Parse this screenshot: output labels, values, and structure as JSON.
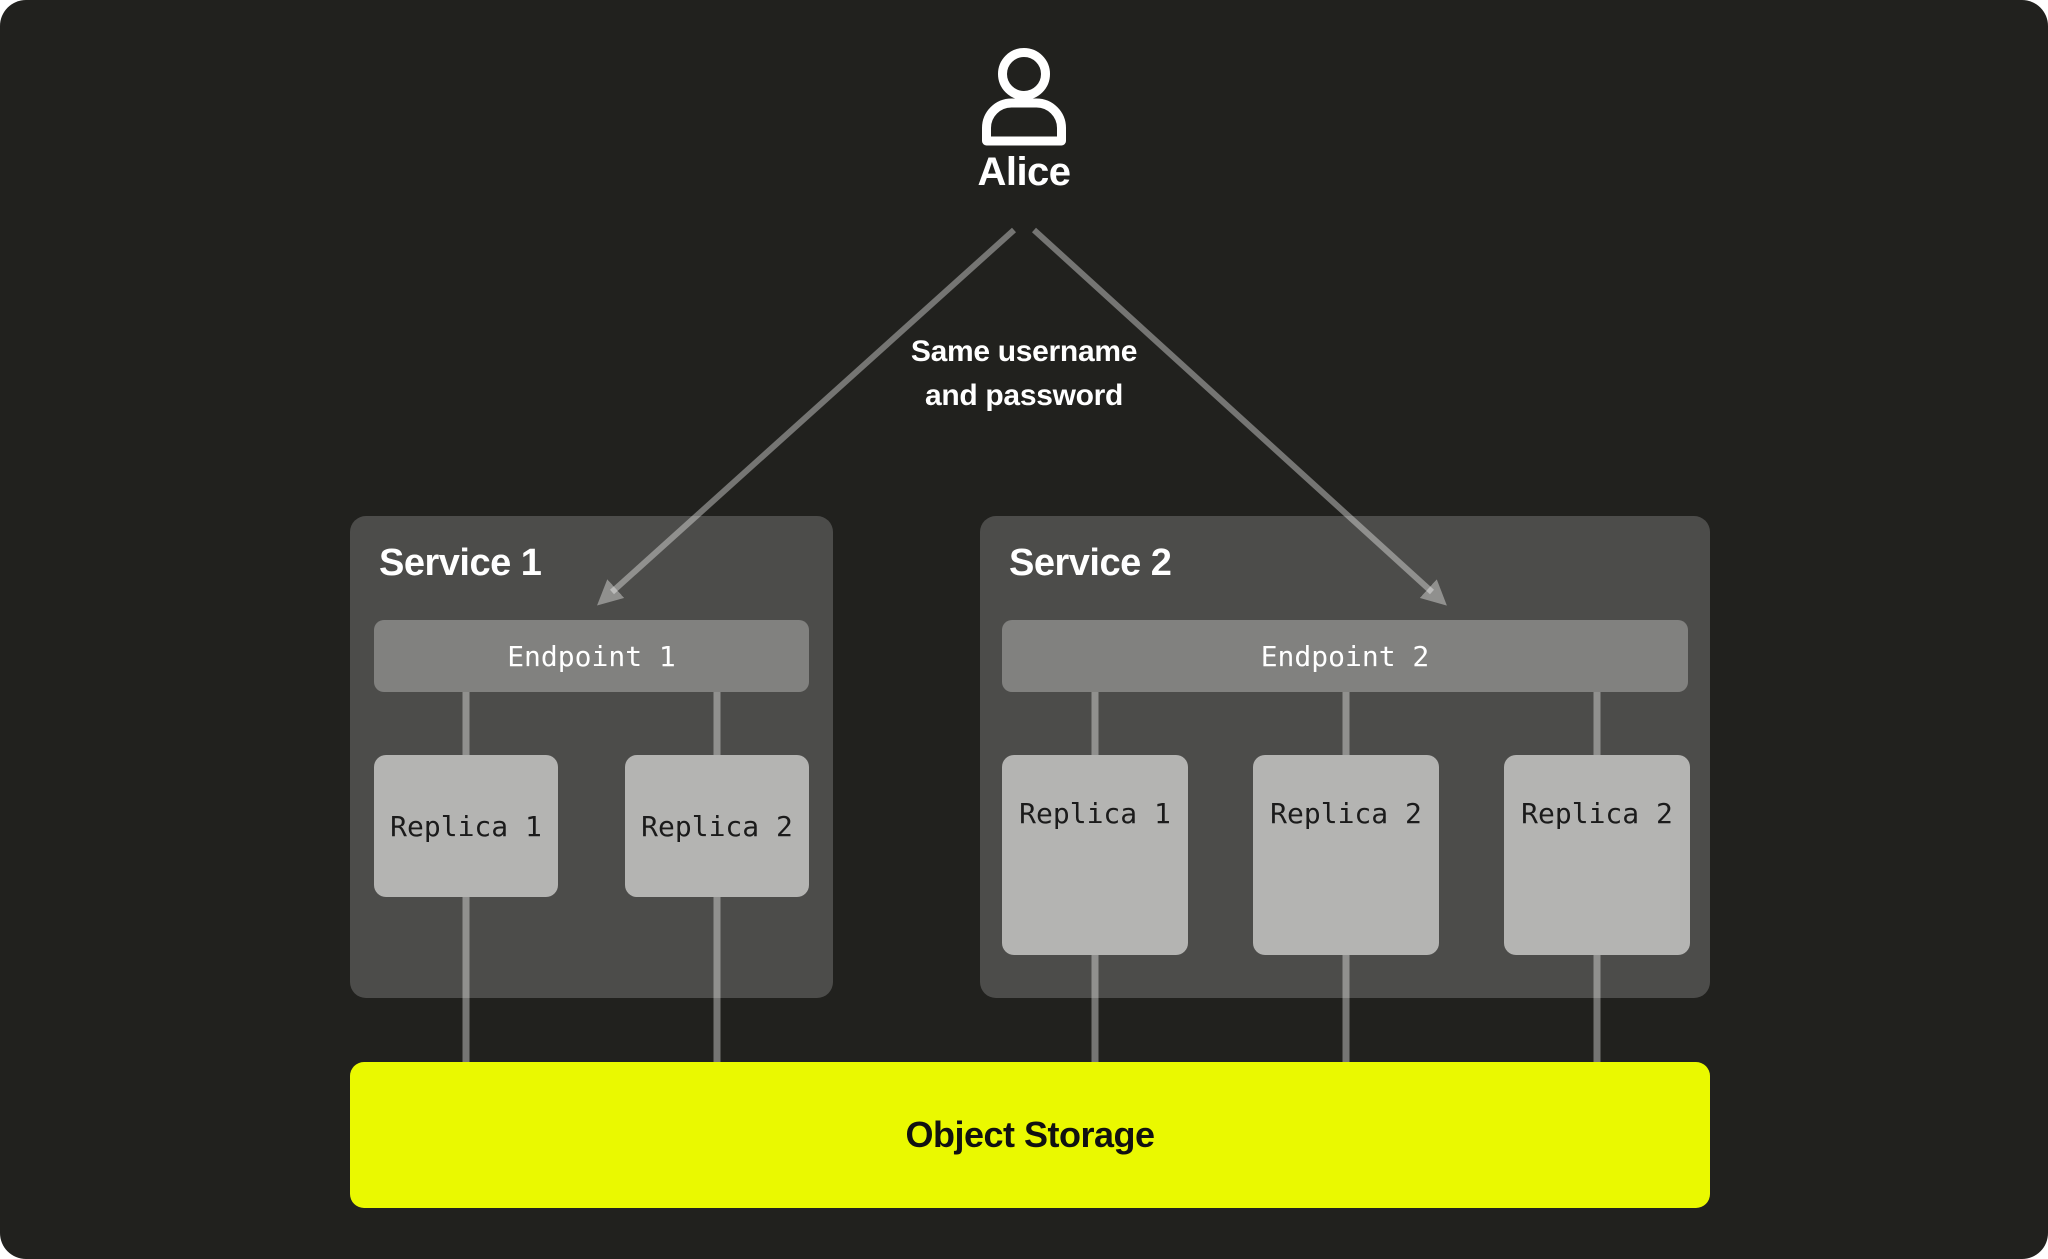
{
  "colors": {
    "page": "#ffffff",
    "canvas": "#21211e",
    "service_box": "#4c4c4a",
    "endpoint_bar": "#81817f",
    "replica_box": "#b4b4b2",
    "storage_accent": "#eaf900",
    "connector": "rgba(255,255,255,0.38)",
    "text_light": "#ffffff",
    "text_dark": "#1b1b1b"
  },
  "actor": {
    "name": "Alice",
    "icon": "person-icon"
  },
  "annotation": {
    "line1": "Same username",
    "line2": "and password"
  },
  "services": [
    {
      "title": "Service 1",
      "endpoint": "Endpoint 1",
      "replicas": [
        "Replica 1",
        "Replica 2"
      ]
    },
    {
      "title": "Service 2",
      "endpoint": "Endpoint 2",
      "replicas": [
        "Replica 1",
        "Replica 2",
        "Replica 2"
      ]
    }
  ],
  "storage": {
    "label": "Object Storage"
  }
}
